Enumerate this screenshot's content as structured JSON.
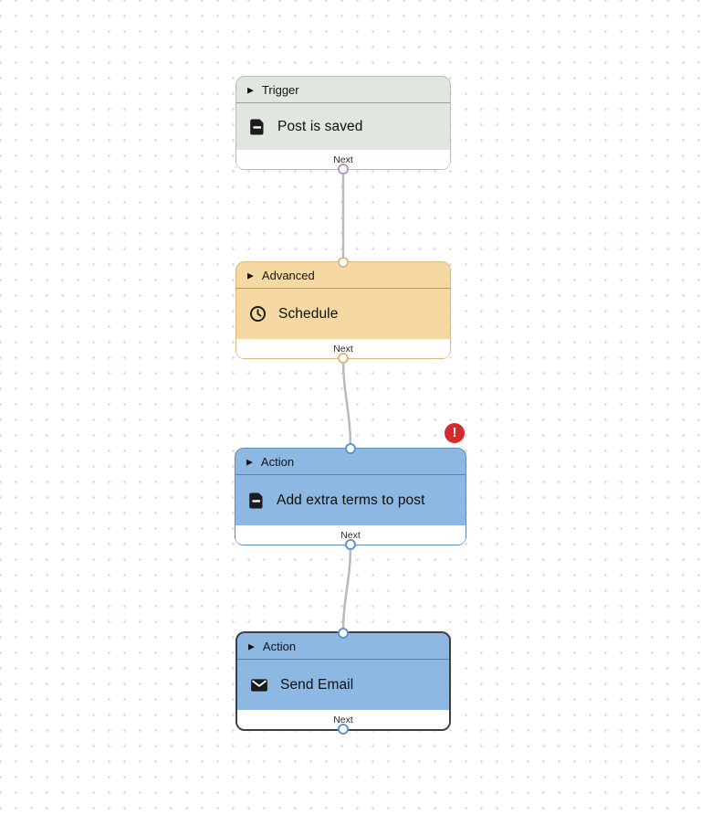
{
  "canvas": {
    "background": "#ffffff",
    "grid_dot_color": "#d7d7d9"
  },
  "workflow": {
    "collapse_icon": "▶",
    "nodes": [
      {
        "id": "trigger",
        "category_label": "Trigger",
        "title": "Post is saved",
        "icon": "document-icon",
        "next_label": "Next",
        "has_error": false,
        "selected": false
      },
      {
        "id": "advanced",
        "category_label": "Advanced",
        "title": "Schedule",
        "icon": "clock-icon",
        "next_label": "Next",
        "has_error": false,
        "selected": false
      },
      {
        "id": "action-1",
        "category_label": "Action",
        "title": "Add extra terms to post",
        "icon": "document-icon",
        "next_label": "Next",
        "has_error": true,
        "error_badge": "!",
        "selected": false
      },
      {
        "id": "action-2",
        "category_label": "Action",
        "title": "Send Email",
        "icon": "envelope-icon",
        "next_label": "Next",
        "has_error": false,
        "selected": true
      }
    ],
    "edges": [
      {
        "from": "trigger",
        "to": "advanced"
      },
      {
        "from": "advanced",
        "to": "action-1"
      },
      {
        "from": "action-1",
        "to": "action-2"
      }
    ]
  },
  "colors": {
    "canvas-bg": "#ffffff",
    "grid-dot": "#d7d7d9",
    "edge": "#b9b9be",
    "footer-bg": "#ffffff",
    "trigger-bg": "#dfe7df",
    "trigger-border": "#b7beb7",
    "trigger-port": "#bc93c6",
    "advanced-bg": "#f6d9a2",
    "advanced-border": "#dcba7e",
    "advanced-port": "#d8ba82",
    "action-bg": "#8cb8e2",
    "action-border": "#5d8cbe",
    "action-port": "#5d95cf",
    "selected-border": "#3b4046",
    "error": "#d62b2b"
  }
}
